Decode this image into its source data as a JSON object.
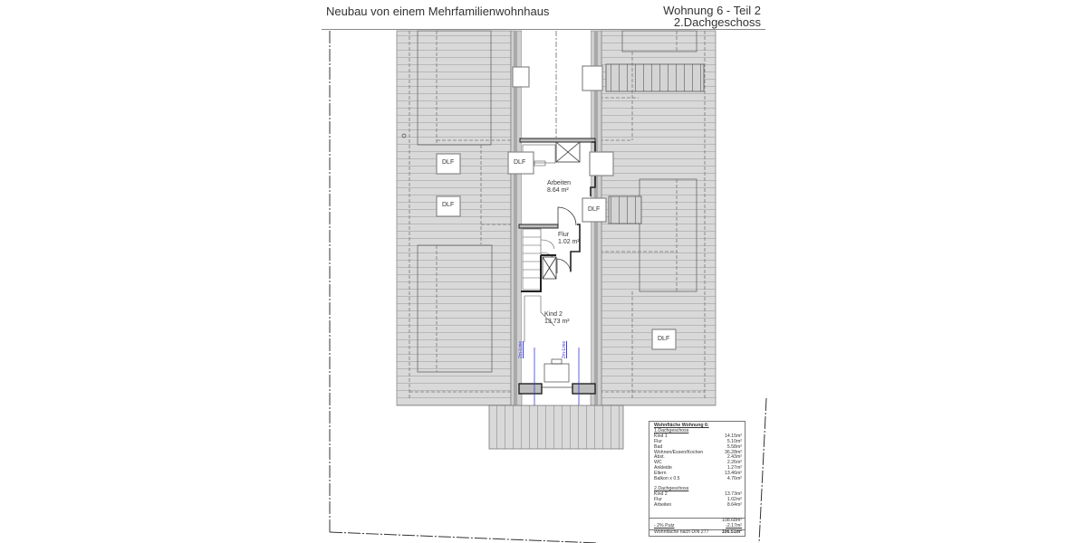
{
  "header": {
    "project_title": "Neubau von einem Mehrfamilienwohnhaus",
    "sheet_title": "Wohnung 6 - Teil 2",
    "floor_name": "2.Dachgeschoss"
  },
  "plan": {
    "colors": {
      "roof_fill": "#d9d9d9",
      "roof_line": "#a8a8a8",
      "wall": "#222222",
      "wall_fill": "#bdbdbd",
      "outline": "#555555",
      "line_2m": "#3a3adf",
      "skylight_fill": "#ffffff"
    },
    "rooms": [
      {
        "name": "Arbeiten",
        "area": "8.64 m²"
      },
      {
        "name": "Flur",
        "area": "1.02 m²"
      },
      {
        "name": "Kind 2",
        "area": "13.73 m²"
      }
    ],
    "skylights": [
      {
        "label": "DLF"
      },
      {
        "label": "DLF"
      },
      {
        "label": "DLF"
      },
      {
        "label": "DLF"
      },
      {
        "label": "DLF"
      }
    ],
    "height_lines": [
      {
        "label": "2m-Linie"
      },
      {
        "label": "2m-Linie"
      }
    ]
  },
  "area_table": {
    "heading": "Wohnfläche Wohnung 6:",
    "sections": [
      {
        "title": "1.Dachgeschoss",
        "rows": [
          {
            "room": "Kind 1",
            "area": "14.15m²"
          },
          {
            "room": "Flur",
            "area": "5.10m²"
          },
          {
            "room": "Bad",
            "area": "5.58m²"
          },
          {
            "room": "Wohnen/Essen/Kochen",
            "area": "36.28m²"
          },
          {
            "room": "Abst.",
            "area": "2.43m²"
          },
          {
            "room": "WC",
            "area": "2.26m²"
          },
          {
            "room": "Ankleide",
            "area": "1.27m²"
          },
          {
            "room": "Eltern",
            "area": "13.46m²"
          },
          {
            "room": "Balkon x 0.5",
            "area": "4.76m²"
          }
        ]
      },
      {
        "title": "2.Dachgeschoss",
        "rows": [
          {
            "room": "Kind 2",
            "area": "13.73m²"
          },
          {
            "room": "Flur",
            "area": "1.02m²"
          },
          {
            "room": "Arbeiten",
            "area": "8.64m²"
          }
        ]
      }
    ],
    "subtotal": "108.68m²",
    "deduction_label": "- 2% Putz",
    "deduction_value": "-2.17m²",
    "total_label": "Wohnfläche nach DIN 277",
    "total_value": "106.51m²"
  }
}
